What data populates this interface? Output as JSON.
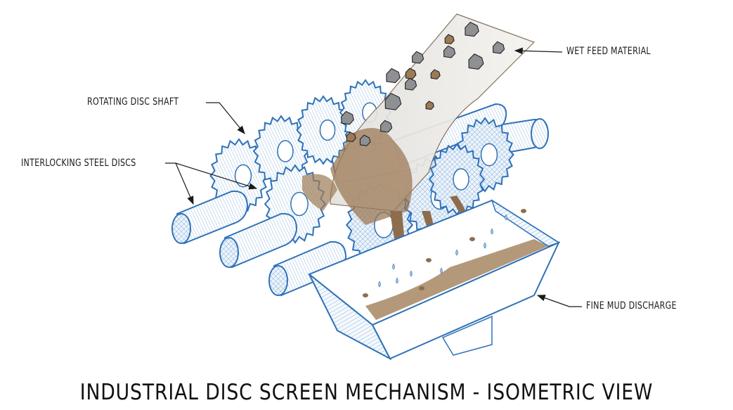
{
  "diagram": {
    "title": "INDUSTRIAL DISC SCREEN MECHANISM - ISOMETRIC VIEW",
    "view": "isometric",
    "callouts": [
      {
        "id": "wet-feed",
        "text": "WET FEED MATERIAL"
      },
      {
        "id": "shaft",
        "text": "ROTATING DISC SHAFT"
      },
      {
        "id": "discs",
        "text": "INTERLOCKING STEEL DISCS"
      },
      {
        "id": "discharge",
        "text": "FINE MUD DISCHARGE"
      }
    ],
    "components": {
      "shafts": 3,
      "feed_chute": "wet feed chute carrying rocks and mud",
      "hopper": "discharge trough with fine mud and water droplets"
    },
    "colors": {
      "line_blue": "#2f72b8",
      "hatch_blue": "#6a9fd4",
      "mud_brown": "#9c7a56",
      "rock_gray": "#8e9094",
      "ink": "#1a1a1a",
      "water": "#9cc4e6"
    }
  }
}
